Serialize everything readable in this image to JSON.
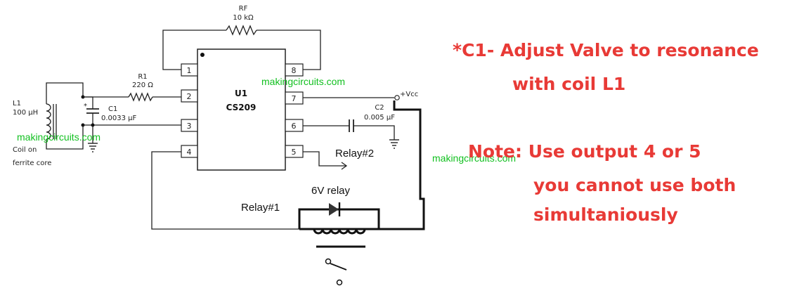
{
  "components": {
    "rf": {
      "name": "RF",
      "value": "10 kΩ"
    },
    "r1": {
      "name": "R1",
      "value": "220 Ω"
    },
    "u1": {
      "name": "U1",
      "part": "CS209"
    },
    "l1": {
      "name": "L1",
      "value": "100 µH",
      "desc_line1": "Coil on",
      "desc_line2": "ferrite core"
    },
    "c1": {
      "name": "C1",
      "value": "0.0033 µF",
      "mark": "*"
    },
    "c2": {
      "name": "C2",
      "value": "0.005 µF"
    },
    "vcc": "+Vcc",
    "relay_type": "6V relay",
    "relay1": "Relay#1",
    "relay2": "Relay#2"
  },
  "pins": [
    "1",
    "2",
    "3",
    "4",
    "8",
    "7",
    "6",
    "5"
  ],
  "watermark": "makingcircuits.com",
  "notes": {
    "c1_line1": "*C1- Adjust Valve to resonance",
    "c1_line2": "with coil L1",
    "output_line1": "Note: Use output 4 or 5",
    "output_line2": "you cannot use both",
    "output_line3": "simultaniously"
  },
  "colors": {
    "note": "#e83a36",
    "watermark": "#12c020"
  }
}
